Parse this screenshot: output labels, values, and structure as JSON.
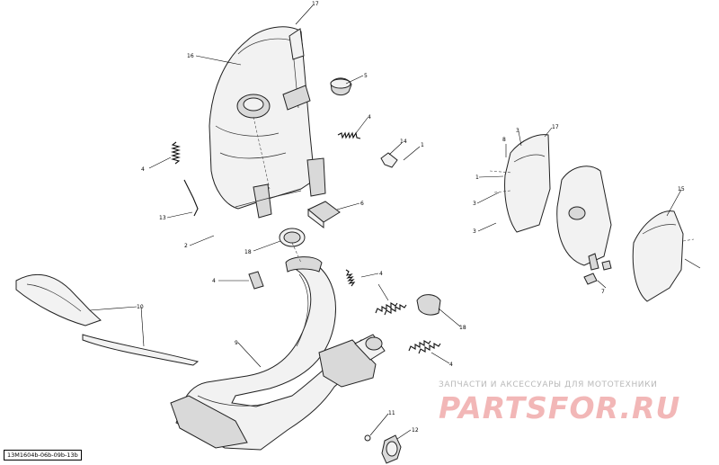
{
  "diagram": {
    "reference_code": "13M1604b-06b-09b-13b",
    "callouts": [
      {
        "id": "c17a",
        "text": "17"
      },
      {
        "id": "c16",
        "text": "16"
      },
      {
        "id": "c5",
        "text": "5"
      },
      {
        "id": "c4a",
        "text": "4"
      },
      {
        "id": "c4b",
        "text": "4"
      },
      {
        "id": "c14",
        "text": "14"
      },
      {
        "id": "c1a",
        "text": "1"
      },
      {
        "id": "c6",
        "text": "6"
      },
      {
        "id": "c13",
        "text": "13"
      },
      {
        "id": "c2",
        "text": "2"
      },
      {
        "id": "c18a",
        "text": "18"
      },
      {
        "id": "c4c",
        "text": "4"
      },
      {
        "id": "c4d",
        "text": "4"
      },
      {
        "id": "c10",
        "text": "10"
      },
      {
        "id": "c9",
        "text": "9"
      },
      {
        "id": "c18b",
        "text": "18"
      },
      {
        "id": "c4e",
        "text": "4"
      },
      {
        "id": "c11",
        "text": "11"
      },
      {
        "id": "c12",
        "text": "12"
      },
      {
        "id": "c3a",
        "text": "3"
      },
      {
        "id": "c17b",
        "text": "17"
      },
      {
        "id": "c8",
        "text": "8"
      },
      {
        "id": "c1b",
        "text": "1"
      },
      {
        "id": "c3b",
        "text": "3"
      },
      {
        "id": "c15",
        "text": "15"
      },
      {
        "id": "c3c",
        "text": "3"
      },
      {
        "id": "c7",
        "text": "7"
      }
    ]
  },
  "watermark": {
    "tagline": "ЗАПЧАСТИ И АКСЕССУАРЫ ДЛЯ МОТОТЕХНИКИ",
    "logo": "PARTSFOR.RU"
  }
}
